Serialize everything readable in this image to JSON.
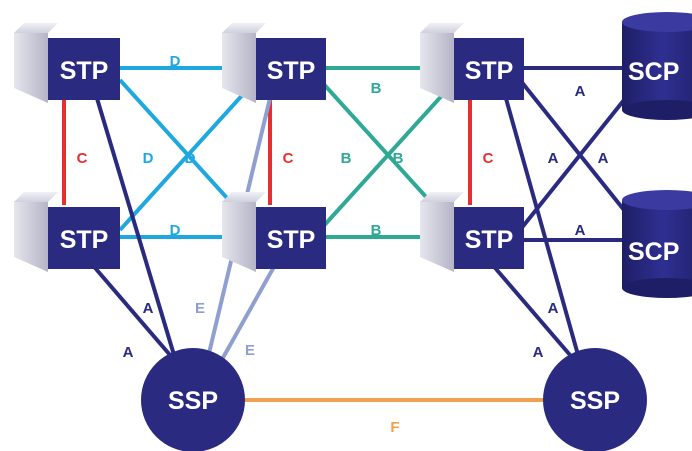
{
  "colors": {
    "node_fill": "#2a2a80",
    "node_block_side": "#c8c8d8",
    "link_A": "#2a2a80",
    "link_B": "#2fa896",
    "link_C": "#e53030",
    "link_D": "#1fa8e0",
    "link_E": "#8f9fd0",
    "link_F": "#f0a050"
  },
  "nodes": {
    "stp_1": "STP",
    "stp_2": "STP",
    "stp_3": "STP",
    "stp_4": "STP",
    "stp_5": "STP",
    "stp_6": "STP",
    "scp_1": "SCP",
    "scp_2": "SCP",
    "ssp_1": "SSP",
    "ssp_2": "SSP"
  },
  "link_labels": {
    "a_1": "A",
    "a_2": "A",
    "a_3": "A",
    "a_4": "A",
    "a_5": "A",
    "a_6": "A",
    "a_7": "A",
    "a_8": "A",
    "b_1": "B",
    "b_2": "B",
    "b_3": "B",
    "b_4": "B",
    "c_1": "C",
    "c_2": "C",
    "c_3": "C",
    "d_1": "D",
    "d_2": "D",
    "d_3": "D",
    "d_4": "D",
    "e_1": "E",
    "e_2": "E",
    "f_1": "F"
  }
}
